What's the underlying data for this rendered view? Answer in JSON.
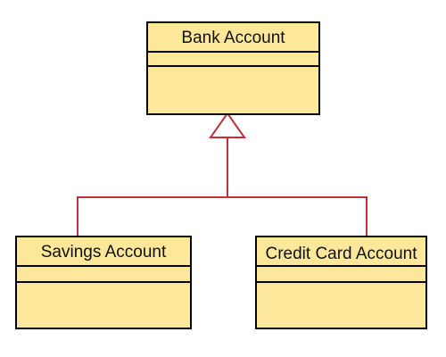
{
  "diagram": {
    "type": "uml-class-inheritance",
    "connector_color": "#c0303a",
    "box_fill_color": "#fde79b",
    "box_border_color": "#000000",
    "parent": {
      "name": "Bank Account"
    },
    "children": [
      {
        "name": "Savings Account"
      },
      {
        "name": "Credit Card Account"
      }
    ]
  }
}
